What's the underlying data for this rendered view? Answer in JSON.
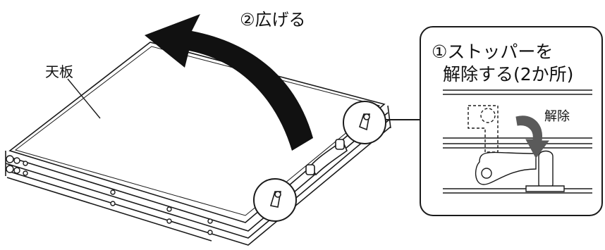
{
  "labels": {
    "tabletop": "天板",
    "step2": "②広げる",
    "step1_line1": "①ストッパーを",
    "step1_line2": "解除する(2か所)",
    "release": "解除"
  },
  "colors": {
    "line": "#1a1a1a",
    "arrow_main": "#111111",
    "arrow_release": "#5a5a5a",
    "background": "#ffffff"
  },
  "icons": [
    "curved-open-arrow",
    "release-arrow",
    "zoom-circle-stopper"
  ]
}
